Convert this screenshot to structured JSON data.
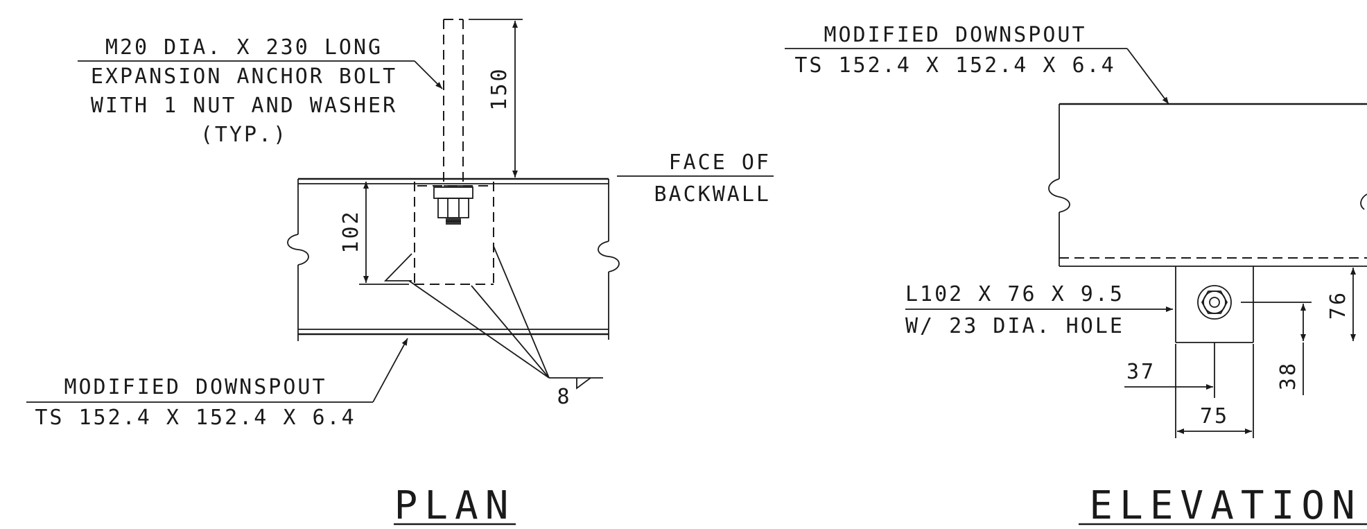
{
  "plan": {
    "bolt_note": [
      "M20 DIA. X 230 LONG",
      "EXPANSION ANCHOR BOLT",
      "WITH 1 NUT AND WASHER",
      "(TYP.)"
    ],
    "face_note": [
      "FACE OF",
      "BACKWALL"
    ],
    "dim_150": "150",
    "dim_102": "102",
    "downspout_note": [
      "MODIFIED DOWNSPOUT",
      "TS 152.4 X 152.4 X 6.4"
    ],
    "weld_size": "8",
    "title": "PLAN"
  },
  "elevation": {
    "downspout_note": [
      "MODIFIED DOWNSPOUT",
      "TS 152.4 X 152.4 X 6.4"
    ],
    "angle_note": [
      "L102 X 76 X 9.5",
      "W/ 23 DIA. HOLE"
    ],
    "dim_76": "76",
    "dim_38": "38",
    "dim_37": "37",
    "dim_75": "75",
    "title": "ELEVATION"
  }
}
